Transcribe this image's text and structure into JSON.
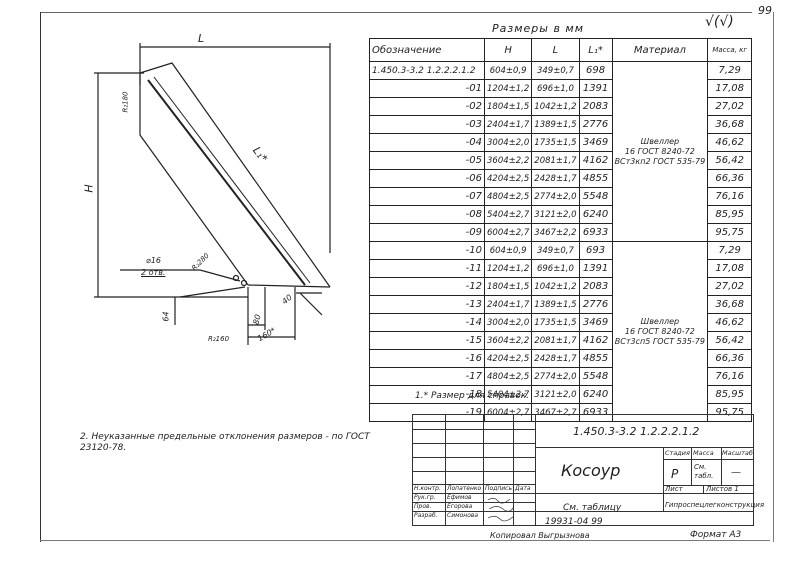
{
  "page_number": "99",
  "surface_mark": "√(√)",
  "table_header": {
    "title": "Размеры в мм",
    "col_designation": "Обозначение",
    "col_h": "H",
    "col_l": "L",
    "col_l1": "L₁*",
    "col_material": "Материал",
    "col_mass": "Масса, кг"
  },
  "rows": [
    {
      "des": "1.450.3-3.2  1.2.2.2.1.2",
      "h": "604±0,9",
      "l": "349±0,7",
      "l1": "698",
      "mass": "7,29"
    },
    {
      "des": "-01",
      "h": "1204±1,2",
      "l": "696±1,0",
      "l1": "1391",
      "mass": "17,08"
    },
    {
      "des": "-02",
      "h": "1804±1,5",
      "l": "1042±1,2",
      "l1": "2083",
      "mass": "27,02"
    },
    {
      "des": "-03",
      "h": "2404±1,7",
      "l": "1389±1,5",
      "l1": "2776",
      "mass": "36,68"
    },
    {
      "des": "-04",
      "h": "3004±2,0",
      "l": "1735±1,5",
      "l1": "3469",
      "mass": "46,62"
    },
    {
      "des": "-05",
      "h": "3604±2,2",
      "l": "2081±1,7",
      "l1": "4162",
      "mass": "56,42"
    },
    {
      "des": "-06",
      "h": "4204±2,5",
      "l": "2428±1,7",
      "l1": "4855",
      "mass": "66,36"
    },
    {
      "des": "-07",
      "h": "4804±2,5",
      "l": "2774±2,0",
      "l1": "5548",
      "mass": "76,16"
    },
    {
      "des": "-08",
      "h": "5404±2,7",
      "l": "3121±2,0",
      "l1": "6240",
      "mass": "85,95"
    },
    {
      "des": "-09",
      "h": "6004±2,7",
      "l": "3467±2,2",
      "l1": "6933",
      "mass": "95,75"
    },
    {
      "des": "-10",
      "h": "604±0,9",
      "l": "349±0,7",
      "l1": "693",
      "mass": "7,29"
    },
    {
      "des": "-11",
      "h": "1204±1,2",
      "l": "696±1,0",
      "l1": "1391",
      "mass": "17,08"
    },
    {
      "des": "-12",
      "h": "1804±1,5",
      "l": "1042±1,2",
      "l1": "2083",
      "mass": "27,02"
    },
    {
      "des": "-13",
      "h": "2404±1,7",
      "l": "1389±1,5",
      "l1": "2776",
      "mass": "36,68"
    },
    {
      "des": "-14",
      "h": "3004±2,0",
      "l": "1735±1,5",
      "l1": "3469",
      "mass": "46,62"
    },
    {
      "des": "-15",
      "h": "3604±2,2",
      "l": "2081±1,7",
      "l1": "4162",
      "mass": "56,42"
    },
    {
      "des": "-16",
      "h": "4204±2,5",
      "l": "2428±1,7",
      "l1": "4855",
      "mass": "66,36"
    },
    {
      "des": "-17",
      "h": "4804±2,5",
      "l": "2774±2,0",
      "l1": "5548",
      "mass": "76,16"
    },
    {
      "des": "-18",
      "h": "5404±2,7",
      "l": "3121±2,0",
      "l1": "6240",
      "mass": "85,95"
    },
    {
      "des": "-19",
      "h": "6004±2,7",
      "l": "3467±2,7",
      "l1": "6933",
      "mass": "95,75"
    }
  ],
  "materials": {
    "group1": [
      "Швеллер",
      "16 ГОСТ 8240-72",
      "ВСт3кп2 ГОСТ 535-79"
    ],
    "group2": [
      "Швеллер",
      "16 ГОСТ 8240-72",
      "ВСт3сп5 ГОСТ 535-79"
    ]
  },
  "footnote": "1.* Размер для справок.",
  "note2": "2. Неуказанные предельные отклонения размеров - по ГОСТ 23120-78.",
  "drawing_labels": {
    "L": "L",
    "L1": "L₁*",
    "H": "H",
    "r180": "R₂180",
    "r280": "R₂280",
    "r160": "R₂160",
    "hole": "⌀16",
    "holes_count": "2 отв.",
    "d64": "64",
    "d40": "40",
    "d80": "80",
    "d160": "160*"
  },
  "title_block": {
    "designation": "1.450.3-3.2  1.2.2.2.1.2",
    "name": "Косоур",
    "stage_label": "Стадия",
    "mass_label": "Масса",
    "scale_label": "Масштаб",
    "stage": "Р",
    "mass": "См. табл.",
    "scale": "—",
    "sheet_label": "Лист",
    "sheets_label": "Листов 1",
    "material_ref": "См. таблицу",
    "org": "Гипроспецлегконструкция",
    "roles": [
      "Н.контр.",
      "Рук.гр.",
      "Пров.",
      "Разраб."
    ],
    "persons": [
      "Лопатенко",
      "Ефимов",
      "Егорова",
      "Симонова"
    ],
    "col_sign": "Подпись",
    "col_date": "Дата"
  },
  "inventory": "19931-04   99",
  "copied_by": "Копировал Выгрызнова",
  "format": "Формат  А3"
}
